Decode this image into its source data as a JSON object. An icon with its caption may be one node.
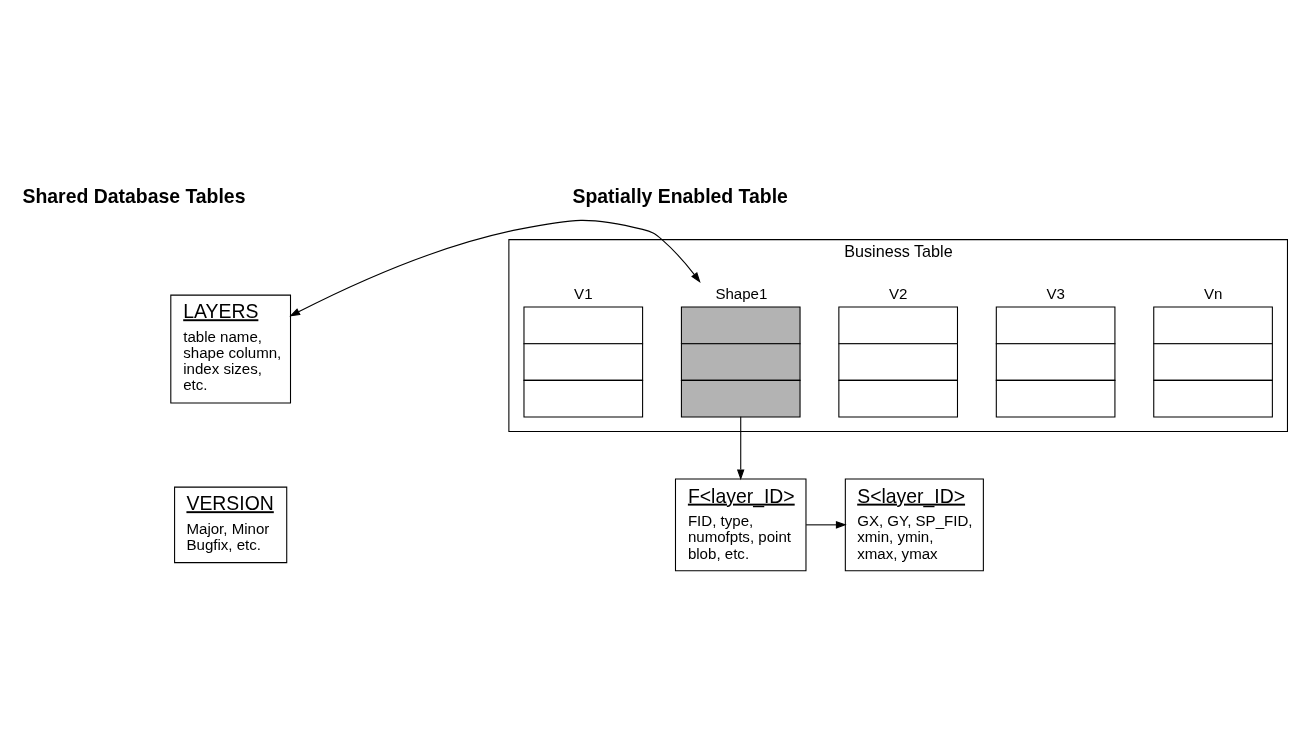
{
  "diagram": {
    "nodes": [
      {
        "text": [
          "LAYERS",
          "table name, shape column, index sizes, etc."
        ]
      },
      {
        "text": [
          "VERSION",
          "Major, Minor Bugfix, etc."
        ]
      },
      {
        "text": [
          "Business Table"
        ]
      },
      {
        "text": [
          "V1"
        ],
        "in": 2
      },
      {
        "text": [
          "Shape1"
        ],
        "in": 2
      },
      {
        "text": [
          "V2"
        ],
        "in": 2
      },
      {
        "text": [
          "V3"
        ],
        "in": 2
      },
      {
        "text": [
          "Vn"
        ],
        "in": 2
      },
      {
        "text": [
          "F<layer_ID>",
          "FID, type, numofpts, point blob, etc."
        ]
      },
      {
        "text": [
          "S<layer_ID>",
          "GX, GY, SP_FID, xmin, ymin, xmax, ymax"
        ]
      }
    ],
    "edges": [
      {
        "from": 0,
        "to": 4,
        "arrow": "both"
      },
      {
        "from": 4,
        "to": 8,
        "arrow": "to"
      },
      {
        "from": 8,
        "to": 9,
        "arrow": "to"
      }
    ],
    "labels": [
      "Shared Database Tables",
      "Spatially Enabled Table"
    ]
  }
}
